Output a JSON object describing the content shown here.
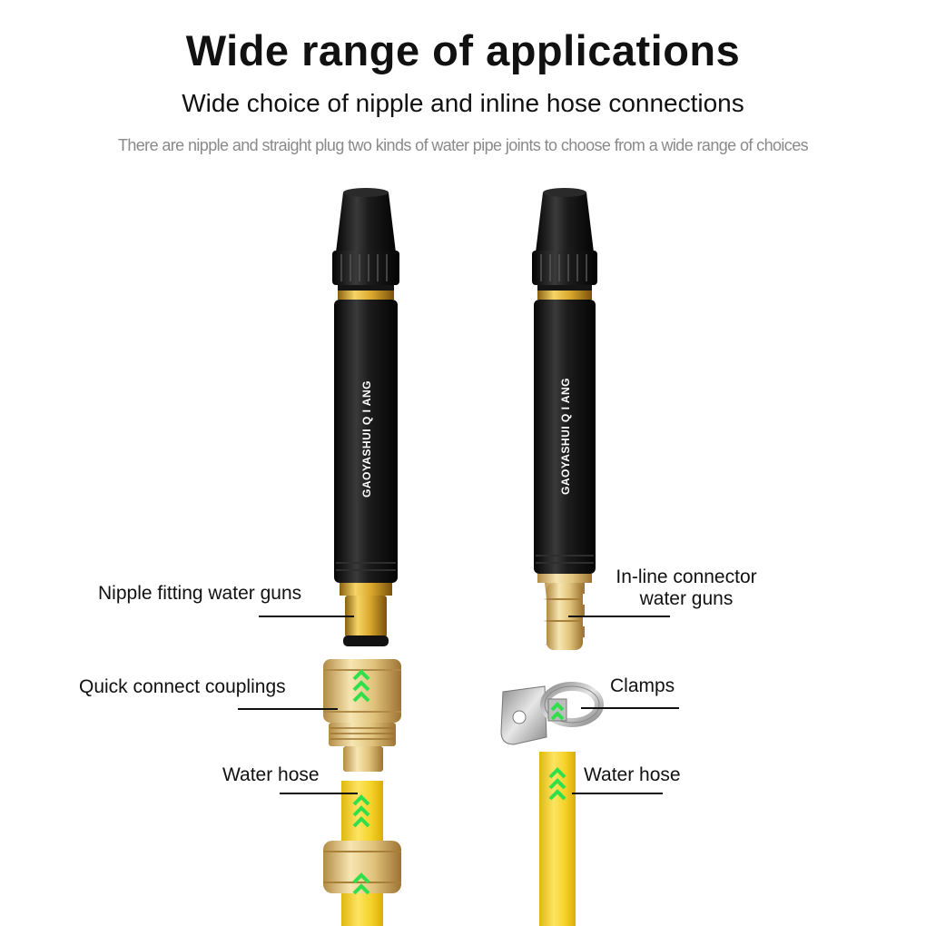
{
  "heading": {
    "title": "Wide range of applications",
    "subtitle": "Wide choice of nipple and inline hose connections",
    "caption": "There are nipple and straight plug two kinds of water pipe joints to choose from a wide range of choices"
  },
  "brand_text": "GAOYASHUI Q I ANG",
  "left_assembly": {
    "gun_label": "Nipple fitting water guns",
    "coupling_label": "Quick connect couplings",
    "hose_label": "Water hose"
  },
  "right_assembly": {
    "gun_label_line1": "In-line connector",
    "gun_label_line2": "water guns",
    "clamp_label": "Clamps",
    "hose_label": "Water hose"
  },
  "colors": {
    "gun_body": "#161616",
    "brass": "#d9a82c",
    "hose": "#f5d32a",
    "arrow": "#2fe04a"
  }
}
